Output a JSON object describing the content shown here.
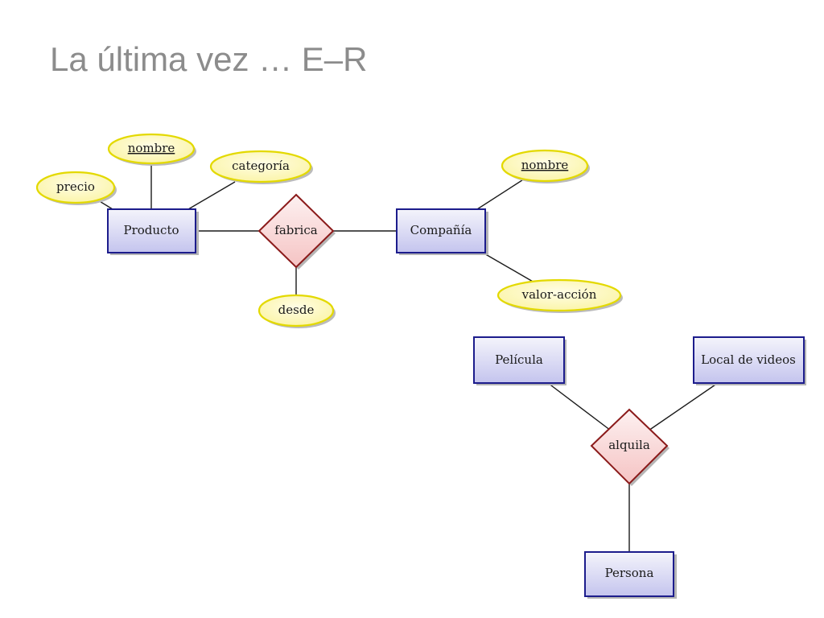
{
  "slide": {
    "title": "La última vez … E–R"
  },
  "colors": {
    "entity_fill_top": "#f4f4fb",
    "entity_fill_bottom": "#c4c4ee",
    "entity_stroke": "#1c1c8c",
    "relation_fill_top": "#fdf1f1",
    "relation_fill_bottom": "#f5c3c3",
    "relation_stroke": "#8b1a1a",
    "attribute_fill_top": "#fffde6",
    "attribute_fill_bottom": "#fbf4a4",
    "attribute_stroke": "#e3d900",
    "line": "#1a1a1a"
  },
  "diagram": {
    "entities": {
      "producto": "Producto",
      "compania": "Compañía",
      "pelicula": "Película",
      "local_videos": "Local de videos",
      "persona": "Persona"
    },
    "relationships": {
      "fabrica": "fabrica",
      "alquila": "alquila"
    },
    "attributes": {
      "producto_nombre": {
        "label": "nombre",
        "key": true
      },
      "producto_precio": {
        "label": "precio",
        "key": false
      },
      "producto_categoria": {
        "label": "categoría",
        "key": false
      },
      "compania_nombre": {
        "label": "nombre",
        "key": true
      },
      "compania_valor_accion": {
        "label": "valor-acción",
        "key": false
      },
      "fabrica_desde": {
        "label": "desde",
        "key": false
      }
    }
  }
}
